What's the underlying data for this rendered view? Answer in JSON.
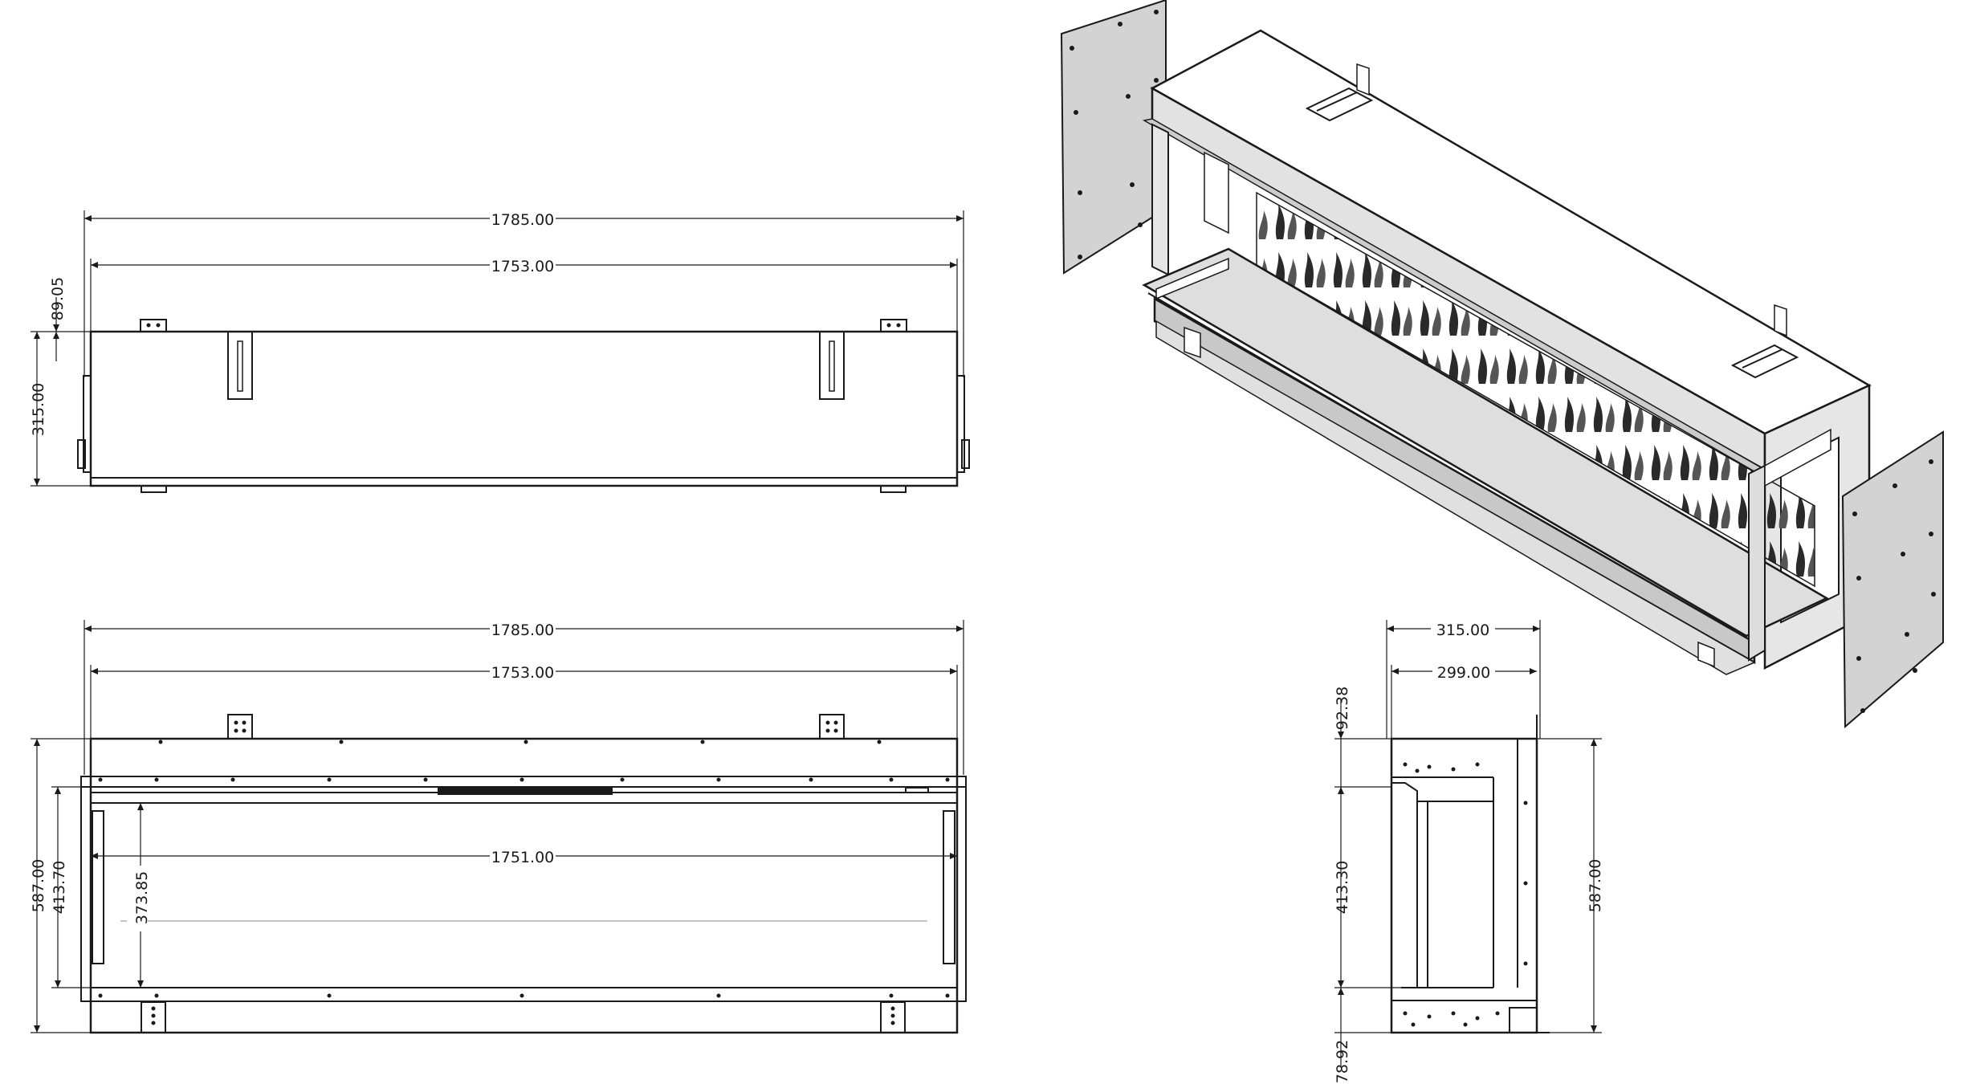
{
  "top_view": {
    "overall_width": "1785.00",
    "inner_width": "1753.00",
    "bracket_height": "89.05",
    "depth": "315.00"
  },
  "front_view": {
    "overall_width": "1785.00",
    "inner_width": "1753.00",
    "opening_width": "1751.00",
    "overall_height": "587.00",
    "opening_height": "413.70",
    "glass_height": "373.85"
  },
  "side_view": {
    "overall_depth": "315.00",
    "inner_depth": "299.00",
    "top_section": "92.38",
    "opening_height": "413.30",
    "overall_height": "587.00",
    "bottom_section": "78.92"
  },
  "colors": {
    "line": "#1a1a1a",
    "panel_fill": "#d3d3d3"
  }
}
